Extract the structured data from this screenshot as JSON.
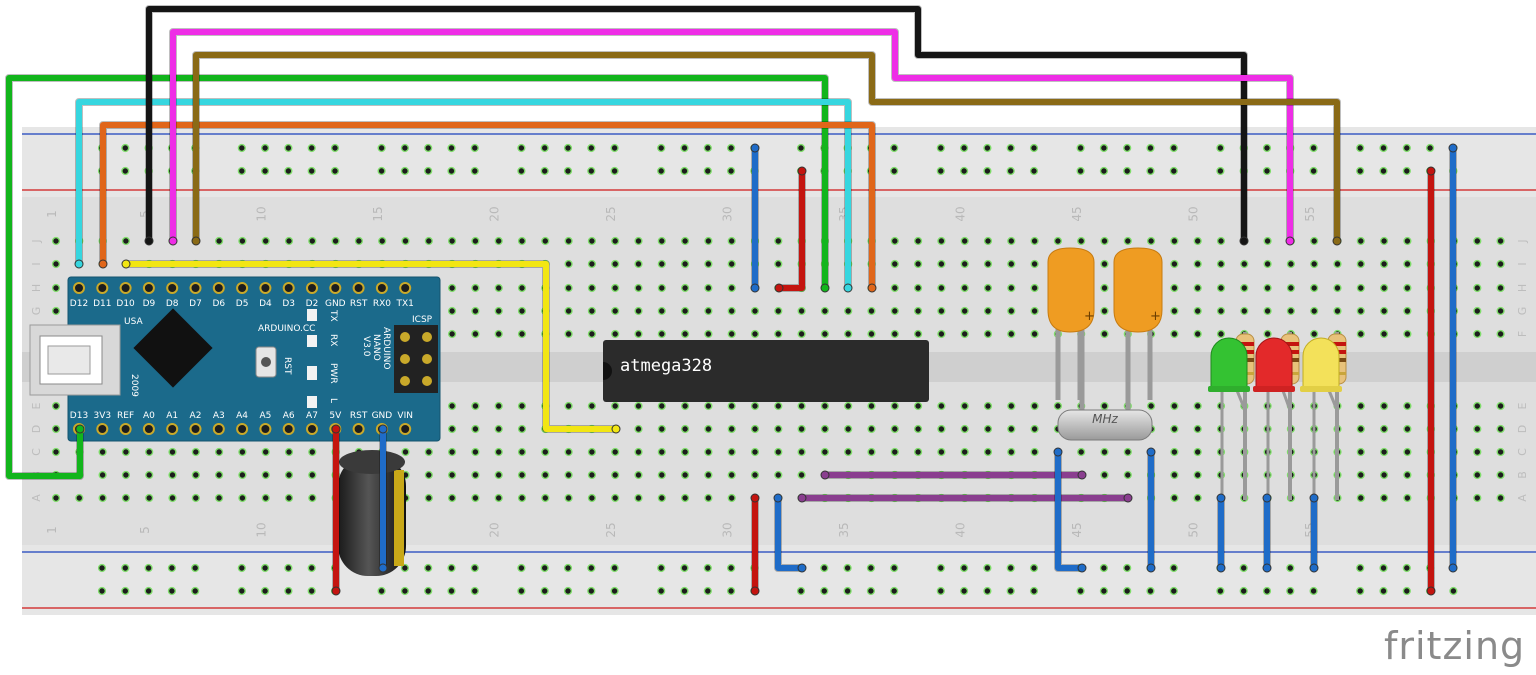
{
  "brand": "fritzing",
  "chip_label": "atmega328",
  "crystal_label": "MHz",
  "nano": {
    "top_pins": [
      "D12",
      "D11",
      "D10",
      "D9",
      "D8",
      "D7",
      "D6",
      "D5",
      "D4",
      "D3",
      "D2",
      "GND",
      "RST",
      "RX0",
      "TX1"
    ],
    "bottom_pins": [
      "D13",
      "3V3",
      "REF",
      "A0",
      "A1",
      "A2",
      "A3",
      "A4",
      "A5",
      "A6",
      "A7",
      "5V",
      "RST",
      "GND",
      "VIN"
    ],
    "usa": "USA",
    "year": "2009",
    "board_name": "ARDUINO.CC",
    "rst": "RST",
    "tx": "TX",
    "rx": "RX",
    "pwr": "PWR",
    "l": "L",
    "icsp": "ICSP",
    "model": [
      "ARDUINO",
      "NANO",
      "V3.0"
    ]
  },
  "column_numbers": [
    "1",
    "5",
    "10",
    "15",
    "20",
    "25",
    "30",
    "35",
    "40",
    "45",
    "50",
    "55"
  ],
  "row_letters_top": [
    "J",
    "I",
    "H",
    "G",
    "F"
  ],
  "row_letters_bottom": [
    "E",
    "D",
    "C",
    "B",
    "A"
  ],
  "colors": {
    "wire_green": "#12b51c",
    "wire_cyan": "#36d6df",
    "wire_orange": "#e0661a",
    "wire_black": "#151515",
    "wire_magenta": "#ee2de6",
    "wire_brown": "#8a6a16",
    "wire_yellow": "#f2e613",
    "wire_red": "#c4140f",
    "wire_blue": "#1f6cc8",
    "wire_purple": "#8a3e8f",
    "board_teal": "#1b6a8b",
    "capacitor_orange": "#ef9c22",
    "led_green": "#34c232",
    "led_red": "#e3292a",
    "led_yellow": "#f3e15a"
  }
}
